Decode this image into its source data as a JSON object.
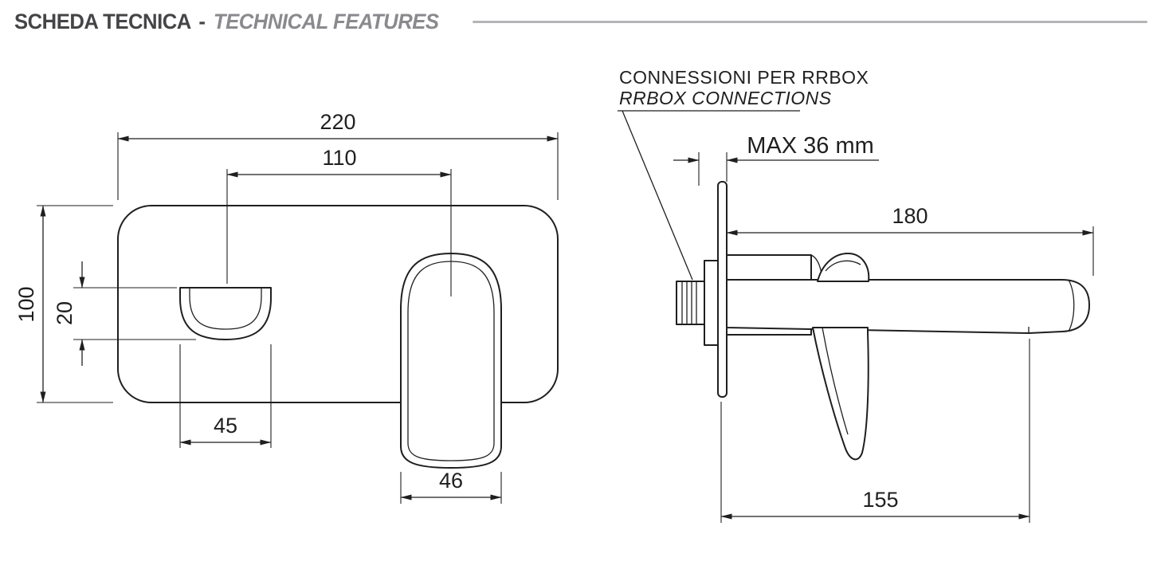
{
  "header": {
    "title_primary": "SCHEDA TECNICA",
    "separator": "-",
    "title_secondary": "TECHNICAL FEATURES"
  },
  "front_view": {
    "dim_plate_width": "220",
    "dim_centers_distance": "110",
    "dim_plate_height": "100",
    "dim_spout_height": "20",
    "dim_spout_width": "45",
    "dim_handle_width": "46"
  },
  "side_view": {
    "note_line1": "CONNESSIONI PER RRBOX",
    "note_line2": "RRBOX CONNECTIONS",
    "dim_max_wall_thickness": "MAX 36 mm",
    "dim_spout_reach": "180",
    "dim_outlet_distance": "155"
  },
  "colors": {
    "line": "#1f1f1f",
    "title-primary": "#454547",
    "title-secondary": "#8a8a8e",
    "rule": "#b5b5b8"
  }
}
